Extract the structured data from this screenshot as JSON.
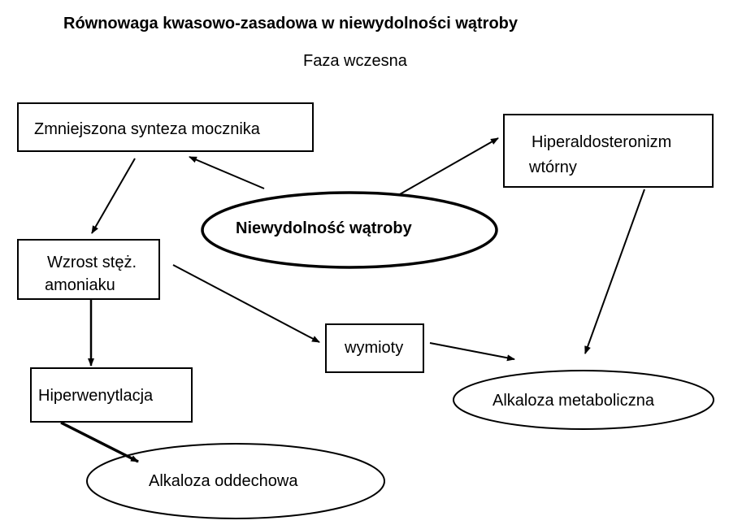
{
  "title": "Równowaga kwasowo-zasadowa w niewydolności wątroby",
  "subtitle": "Faza wczesna",
  "nodes": {
    "synteza": {
      "label": "Zmniejszona synteza mocznika"
    },
    "hiperaldo": {
      "line1": "Hiperaldosteronizm",
      "line2": "wtórny"
    },
    "niewydolnosc": {
      "label": "Niewydolność wątroby"
    },
    "amoniak": {
      "line1": "Wzrost stęż.",
      "line2": "amoniaku"
    },
    "wymioty": {
      "label": "wymioty"
    },
    "hiperwentylacja": {
      "label": "Hiperwenytlacja"
    },
    "alk_metab": {
      "label": "Alkaloza metaboliczna"
    },
    "alk_oddech": {
      "label": "Alkaloza oddechowa"
    }
  }
}
